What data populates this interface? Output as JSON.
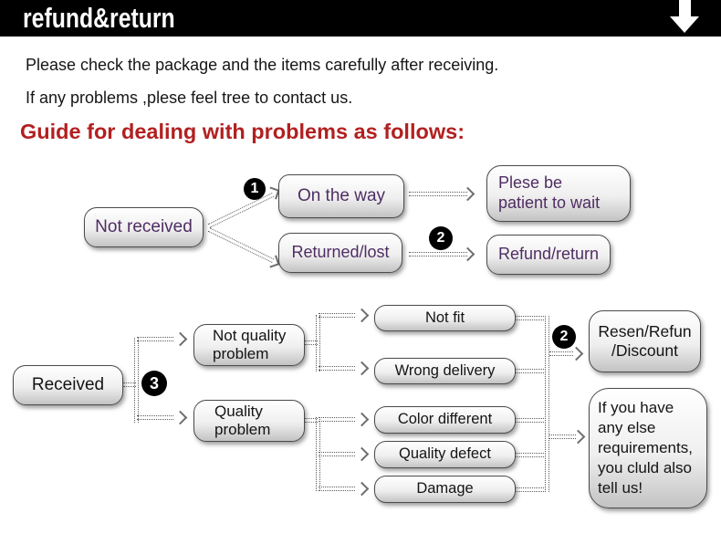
{
  "banner": {
    "title": "refund&return",
    "icon": "down-arrow-icon"
  },
  "intro": {
    "line1": "Please check the package and the items carefully after receiving.",
    "line2": "If any problems ,plese feel tree to contact us."
  },
  "heading": "Guide for dealing with problems as follows:",
  "badges": {
    "one": "1",
    "two": "2",
    "three": "3"
  },
  "flow1": {
    "not_received": "Not received",
    "on_the_way": "On the way",
    "returned_lost": "Returned/lost",
    "patient_lines": [
      "Plese be",
      "patient to wait"
    ],
    "refund_return": "Refund/return"
  },
  "flow2": {
    "received": "Received",
    "not_quality_lines": [
      "Not quality",
      "problem"
    ],
    "quality_lines": [
      "Quality",
      "problem"
    ],
    "not_fit": "Not fit",
    "wrong_delivery": "Wrong delivery",
    "color_different": "Color different",
    "quality_defect": "Quality defect",
    "damage": "Damage",
    "resen_lines": [
      "Resen/Refun",
      "/Discount"
    ],
    "note_lines": [
      "If you have",
      "any else",
      "requirements,",
      "you cluld also",
      "tell us!"
    ]
  },
  "colors": {
    "banner_bg": "#000000",
    "banner_text": "#ffffff",
    "heading_red": "#b22020",
    "flow1_text": "#4f2d63",
    "flow2_text": "#141414",
    "box_border": "#4b4b4b",
    "connector_gray": "#5a5a5a"
  }
}
